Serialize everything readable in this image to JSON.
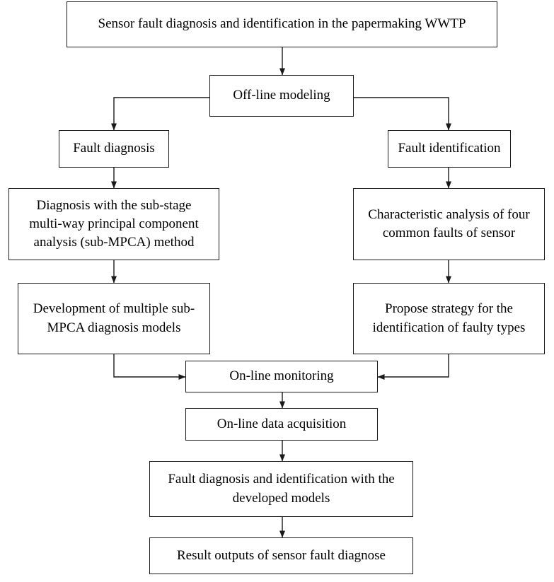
{
  "nodes": {
    "top": "Sensor fault diagnosis and identification in the papermaking WWTP",
    "offline": "Off-line modeling",
    "fault_diagnosis": "Fault diagnosis",
    "fault_identification": "Fault identification",
    "diagnosis_method": "Diagnosis with the sub-stage\nmulti-way principal component\nanalysis (sub-MPCA) method",
    "characteristic": "Characteristic analysis of four\ncommon faults of sensor",
    "development": "Development of multiple sub-\nMPCA diagnosis models",
    "propose": "Propose strategy for the\nidentification of faulty types",
    "online_monitoring": "On-line monitoring",
    "online_acquisition": "On-line data acquisition",
    "diagnosis_identification": "Fault diagnosis and identification with the\ndeveloped models",
    "result": "Result outputs of sensor fault diagnose"
  }
}
